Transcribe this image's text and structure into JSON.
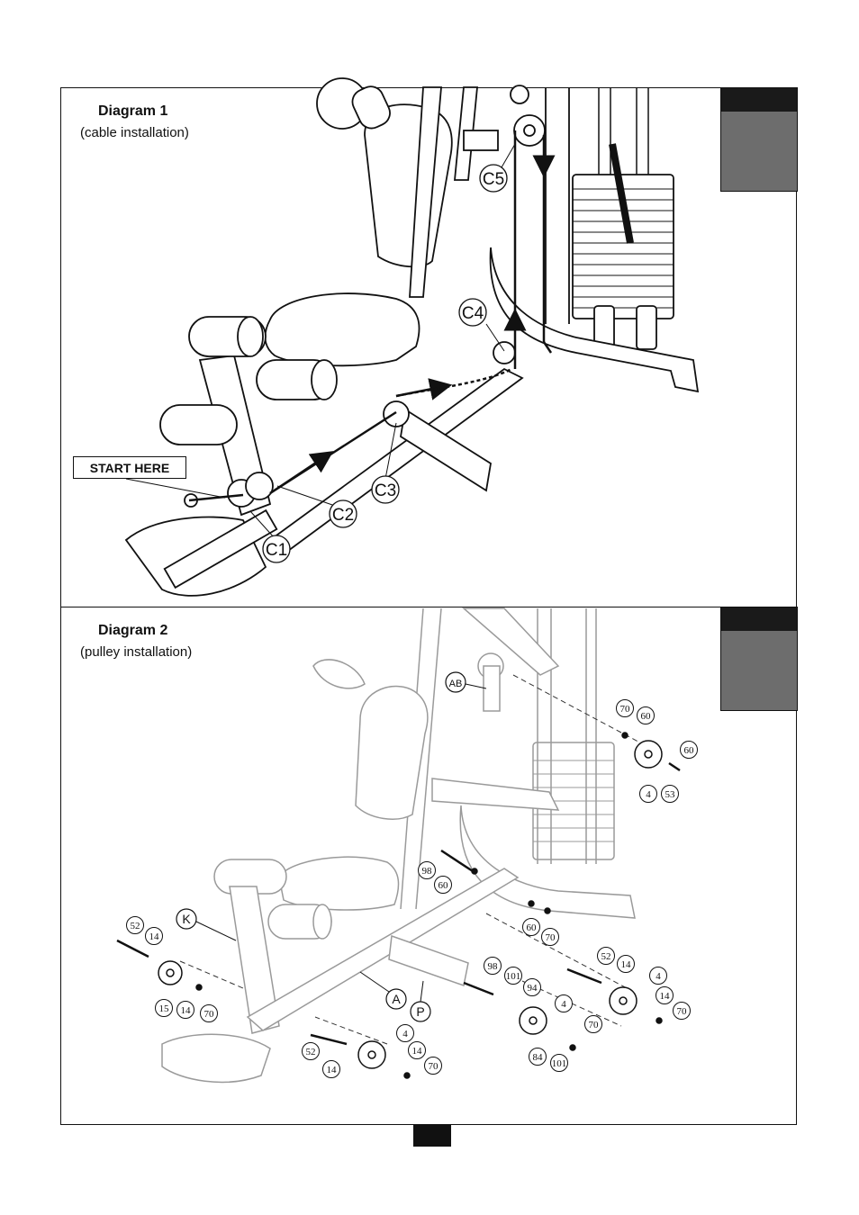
{
  "diagram1": {
    "title": "Diagram 1",
    "subtitle": "(cable installation)",
    "start_label": "START HERE",
    "callouts": [
      "C1",
      "C2",
      "C3",
      "C4",
      "C5"
    ]
  },
  "diagram2": {
    "title": "Diagram 2",
    "subtitle": "(pulley installation)",
    "callouts": [
      "AB",
      "K",
      "A",
      "P"
    ],
    "part_numbers": [
      "70",
      "60",
      "60",
      "4",
      "53",
      "98",
      "60",
      "60",
      "70",
      "52",
      "14",
      "15",
      "14",
      "70",
      "98",
      "101",
      "94",
      "4",
      "52",
      "14",
      "4",
      "14",
      "70",
      "84",
      "101",
      "70",
      "52",
      "14",
      "4",
      "14",
      "70"
    ]
  }
}
